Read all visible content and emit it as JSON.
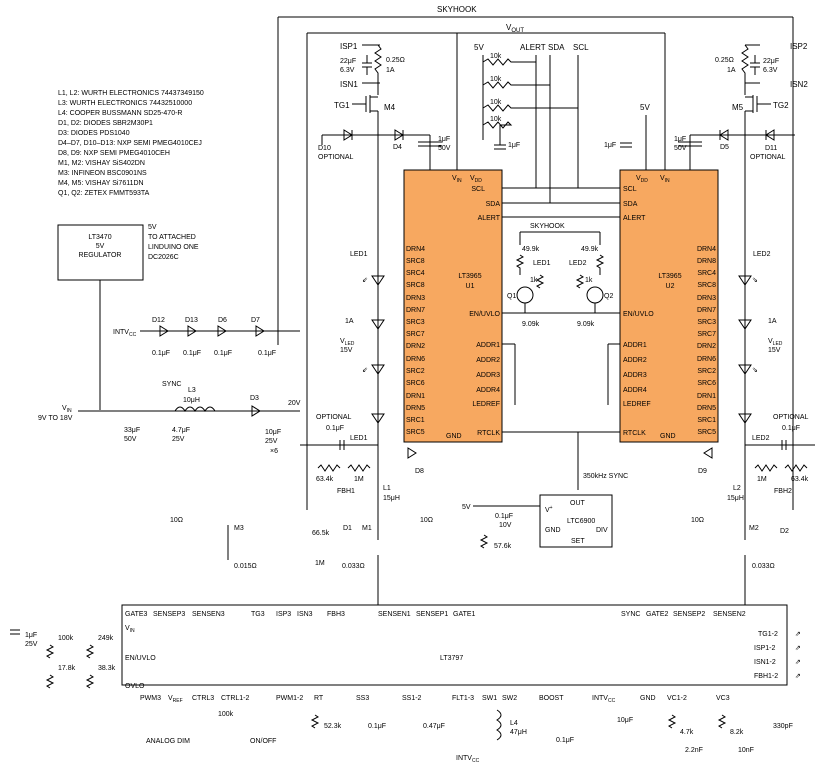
{
  "notes": [
    "L1, L2: WURTH ELECTRONICS 74437349150",
    "L3: WURTH ELECTRONICS 74432510000",
    "L4: COOPER BUSSMANN SD25-470-R",
    "D1, D2: DIODES SBR2M30P1",
    "D3: DIODES PDS1040",
    "D4–D7, D10–D13: NXP SEMI PMEG4010CEJ",
    "D8, D9: NXP SEMI PMEG4010CEH",
    "M1, M2: VISHAY SiS402DN",
    "M3: INFINEON BSC0901NS",
    "M4, M5: VISHAY Si7611DN",
    "Q1, Q2: ZETEX FMMT593TA"
  ],
  "net_labels": {
    "skyhook_top": "SKYHOOK",
    "vout": "V",
    "vout_sub": "OUT",
    "skyhook_mid": "SKYHOOK",
    "alert": "ALERT",
    "sda": "SDA",
    "scl": "SCL",
    "five_v_a": "5V",
    "five_v_b": "5V",
    "five_v_c": "5V",
    "sync_350": "350kHz SYNC",
    "twenty_v": "20V",
    "vin": "V",
    "vin_sub": "IN",
    "vin_range": "9V TO 18V",
    "intvcc": "INTV",
    "intvcc_sub": "CC",
    "sync": "SYNC",
    "analog_dim": "ANALOG DIM",
    "on_off": "ON/OFF",
    "intvcc_bottom": "INTV",
    "intvcc_bottom_sub": "CC"
  },
  "regulator": {
    "name": "LT3470",
    "voltage": "5V",
    "role": "REGULATOR",
    "note1": "5V",
    "note2": "TO ATTACHED",
    "note3": "LINDUINO ONE",
    "note4": "DC2026C"
  },
  "u1": {
    "part": "LT3965",
    "ref": "U1",
    "top_pins": [
      "V",
      "IN",
      "V",
      "DD"
    ],
    "right_pins": [
      "SCL",
      "SDA",
      "ALERT",
      "EN/UVLO",
      "ADDR1",
      "ADDR2",
      "ADDR3",
      "ADDR4",
      "LEDREF",
      "RTCLK"
    ],
    "left_pins": [
      "DRN4",
      "SRC8",
      "SRC4",
      "SRC8",
      "DRN3",
      "DRN7",
      "SRC3",
      "SRC7",
      "DRN2",
      "DRN6",
      "SRC2",
      "SRC6",
      "DRN1",
      "DRN5",
      "SRC1",
      "SRC5"
    ],
    "gnd": "GND"
  },
  "u2": {
    "part": "LT3965",
    "ref": "U2",
    "top_pins": [
      "V",
      "DD",
      "V",
      "IN"
    ],
    "left_pins": [
      "SCL",
      "SDA",
      "ALERT",
      "EN/UVLO",
      "ADDR1",
      "ADDR2",
      "ADDR3",
      "ADDR4",
      "LEDREF",
      "RTCLK"
    ],
    "right_pins": [
      "DRN4",
      "DRN8",
      "SRC4",
      "SRC8",
      "DRN3",
      "DRN7",
      "SRC3",
      "SRC7",
      "DRN2",
      "DRN6",
      "SRC2",
      "SRC6",
      "DRN1",
      "DRN5",
      "SRC1",
      "SRC5"
    ],
    "gnd": "GND"
  },
  "ltc6900": {
    "part": "LTC6900",
    "pins": [
      "OUT",
      "V",
      "+",
      "GND",
      "DIV",
      "SET"
    ]
  },
  "lt3797": {
    "part": "LT3797",
    "top_pins": [
      "GATE3",
      "SENSEP3",
      "SENSEN3",
      "TG3",
      "ISP3",
      "ISN3",
      "FBH3",
      "SENSEN1",
      "SENSEP1",
      "GATE1",
      "SYNC",
      "GATE2",
      "SENSEP2",
      "SENSEN2"
    ],
    "left_pins": [
      "V",
      "IN",
      "EN/UVLO",
      "OVLO"
    ],
    "bottom_pins": [
      "PWM3",
      "V",
      "REF",
      "CTRL3",
      "CTRL1-2",
      "PWM1-2",
      "RT",
      "SS3",
      "SS1-2",
      "FLT1-3",
      "SW1",
      "SW2",
      "BOOST",
      "INTV",
      "CC",
      "GND",
      "VC1-2",
      "VC3"
    ],
    "right_pins": [
      "TG1-2",
      "ISP1-2",
      "ISN1-2",
      "FBH1-2"
    ]
  },
  "components": {
    "isp1": "ISP1",
    "isn1": "ISN1",
    "isp2": "ISP2",
    "isn2": "ISN2",
    "c22u_l": "22μF",
    "c22u_l_v": "6.3V",
    "c22u_r": "22μF",
    "c22u_r_v": "6.3V",
    "r025_l": "0.25Ω",
    "r025_l_a": "1A",
    "r025_r": "0.25Ω",
    "r025_r_a": "1A",
    "tg1": "TG1",
    "tg2": "TG2",
    "m4": "M4",
    "m5": "M5",
    "d10": "D10",
    "d11": "D11",
    "optional_l": "OPTIONAL",
    "optional_r": "OPTIONAL",
    "d4": "D4",
    "d5": "D5",
    "c1u50_l": "1μF",
    "c1u50_l_v": "50V",
    "c1u50_r": "1μF",
    "c1u50_r_v": "50V",
    "c1u_vdd_l": "1μF",
    "c1u_vdd_r": "1μF",
    "r10k_1": "10k",
    "r10k_2": "10k",
    "r10k_3": "10k",
    "r10k_4": "10k",
    "led1": "LED1",
    "led2": "LED2",
    "led1_mid": "LED1",
    "led2_mid": "LED2",
    "r499k_l": "49.9k",
    "r499k_r": "49.9k",
    "r1k_l": "1k",
    "r1k_r": "1k",
    "q1": "Q1",
    "q2": "Q2",
    "r909k_l": "9.09k",
    "r909k_r": "9.09k",
    "one_a_l": "1A",
    "one_a_r": "1A",
    "vled_l": "V",
    "vled_l_sub": "LED",
    "vled_l_v": "15V",
    "vled_r": "V",
    "vled_r_sub": "LED",
    "vled_r_v": "15V",
    "led1_minus": "LED1",
    "led2_minus": "LED2",
    "optional_c_l": "OPTIONAL",
    "optional_c_r": "OPTIONAL",
    "c01u_l": "0.1μF",
    "c01u_r": "0.1μF",
    "d8": "D8",
    "d9": "D9",
    "r634k_l": "63.4k",
    "r634k_r": "63.4k",
    "r1m_l": "1M",
    "r1m_r": "1M",
    "fbh1": "FBH1",
    "fbh2": "FBH2",
    "l1": "L1",
    "l1_val": "15μH",
    "l2": "L2",
    "l2_val": "15μH",
    "d1": "D1",
    "d2": "D2",
    "m1": "M1",
    "m2": "M2",
    "m3": "M3",
    "r10_a": "10Ω",
    "r10_b": "10Ω",
    "r10_c": "10Ω",
    "r665k": "66.5k",
    "r1m_mid": "1M",
    "r0033_l": "0.033Ω",
    "r0033_r": "0.033Ω",
    "r0015": "0.015Ω",
    "c01u_6900": "0.1μF",
    "c01u_6900_v": "10V",
    "r576k": "57.6k",
    "d12": "D12",
    "d13": "D13",
    "d6": "D6",
    "d7": "D7",
    "c01u_d12": "0.1μF",
    "c01u_d13": "0.1μF",
    "c01u_d6": "0.1μF",
    "c01u_d7": "0.1μF",
    "l3": "L3",
    "l3_val": "10μH",
    "c33u": "33μF",
    "c33u_v": "50V",
    "c47u": "4.7μF",
    "c47u_v": "25V",
    "d3": "D3",
    "c10u": "10μF",
    "c10u_v": "25V",
    "c10u_x": "×6",
    "c1u25": "1μF",
    "c1u25_v": "25V",
    "r100k_a": "100k",
    "r249k": "249k",
    "r178k": "17.8k",
    "r383k": "38.3k",
    "r100k_b": "100k",
    "r523k": "52.3k",
    "c01u_ss3": "0.1μF",
    "c047u": "0.47μF",
    "l4": "L4",
    "l4_val": "47μH",
    "c01u_boost": "0.1μF",
    "c10u_int": "10μF",
    "r47k": "4.7k",
    "c22n": "2.2nF",
    "r82k": "8.2k",
    "c10n": "10nF",
    "c330p": "330pF"
  },
  "colors": {
    "chip": "#f7a860",
    "wire": "#000000",
    "background": "#ffffff"
  }
}
